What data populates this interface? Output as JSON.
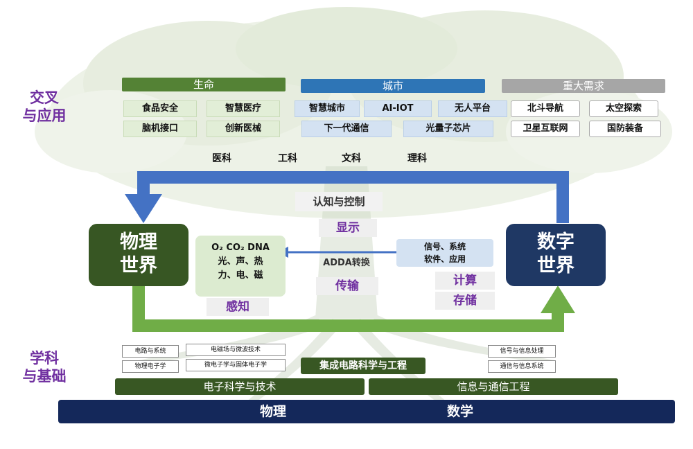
{
  "left_labels": {
    "top_line1": "交叉",
    "top_line2": "与应用",
    "bottom_line1": "学科",
    "bottom_line2": "与基础"
  },
  "headers": {
    "life": "生命",
    "city": "城市",
    "major": "重大需求"
  },
  "life_items": [
    "食品安全",
    "智慧医疗",
    "脑机接口",
    "创新医械"
  ],
  "city_items": [
    "智慧城市",
    "AI-IOT",
    "无人平台",
    "下一代通信",
    "光量子芯片"
  ],
  "major_items": [
    "北斗导航",
    "太空探索",
    "卫星互联网",
    "国防装备"
  ],
  "fields": [
    "医科",
    "工科",
    "文科",
    "理科"
  ],
  "middle": {
    "cognition": "认知与控制",
    "display": "显示",
    "adda": "ADDA转换",
    "transmit": "传输",
    "compute": "计算",
    "storage": "存储",
    "sense": "感知"
  },
  "physical_box": {
    "line1": "O₂ CO₂ DNA",
    "line2": "光、声、热",
    "line3": "力、电、磁"
  },
  "signal_box": {
    "line1": "信号、系统",
    "line2": "软件、应用"
  },
  "worlds": {
    "physical_line1": "物理",
    "physical_line2": "世界",
    "digital_line1": "数字",
    "digital_line2": "世界"
  },
  "base": {
    "circuits": "电路与系统",
    "phys_elec": "物理电子学",
    "em_wave": "电磁场与微波技术",
    "micro": "微电子学与固体电子学",
    "ic": "集成电路科学与工程",
    "signal_proc": "信号与信息处理",
    "comm_sys": "通信与信息系统",
    "electronics": "电子科学与技术",
    "info_comm": "信息与通信工程",
    "physics": "物理",
    "math": "数学"
  },
  "colors": {
    "life_green": "#548235",
    "city_blue": "#2e75b6",
    "major_gray": "#a6a6a6",
    "world_green": "#375623",
    "world_blue": "#1f3864",
    "arrow_blue": "#4472c4",
    "arrow_green": "#70ad47",
    "base_dark": "#14285a",
    "bar_green": "#385723"
  }
}
